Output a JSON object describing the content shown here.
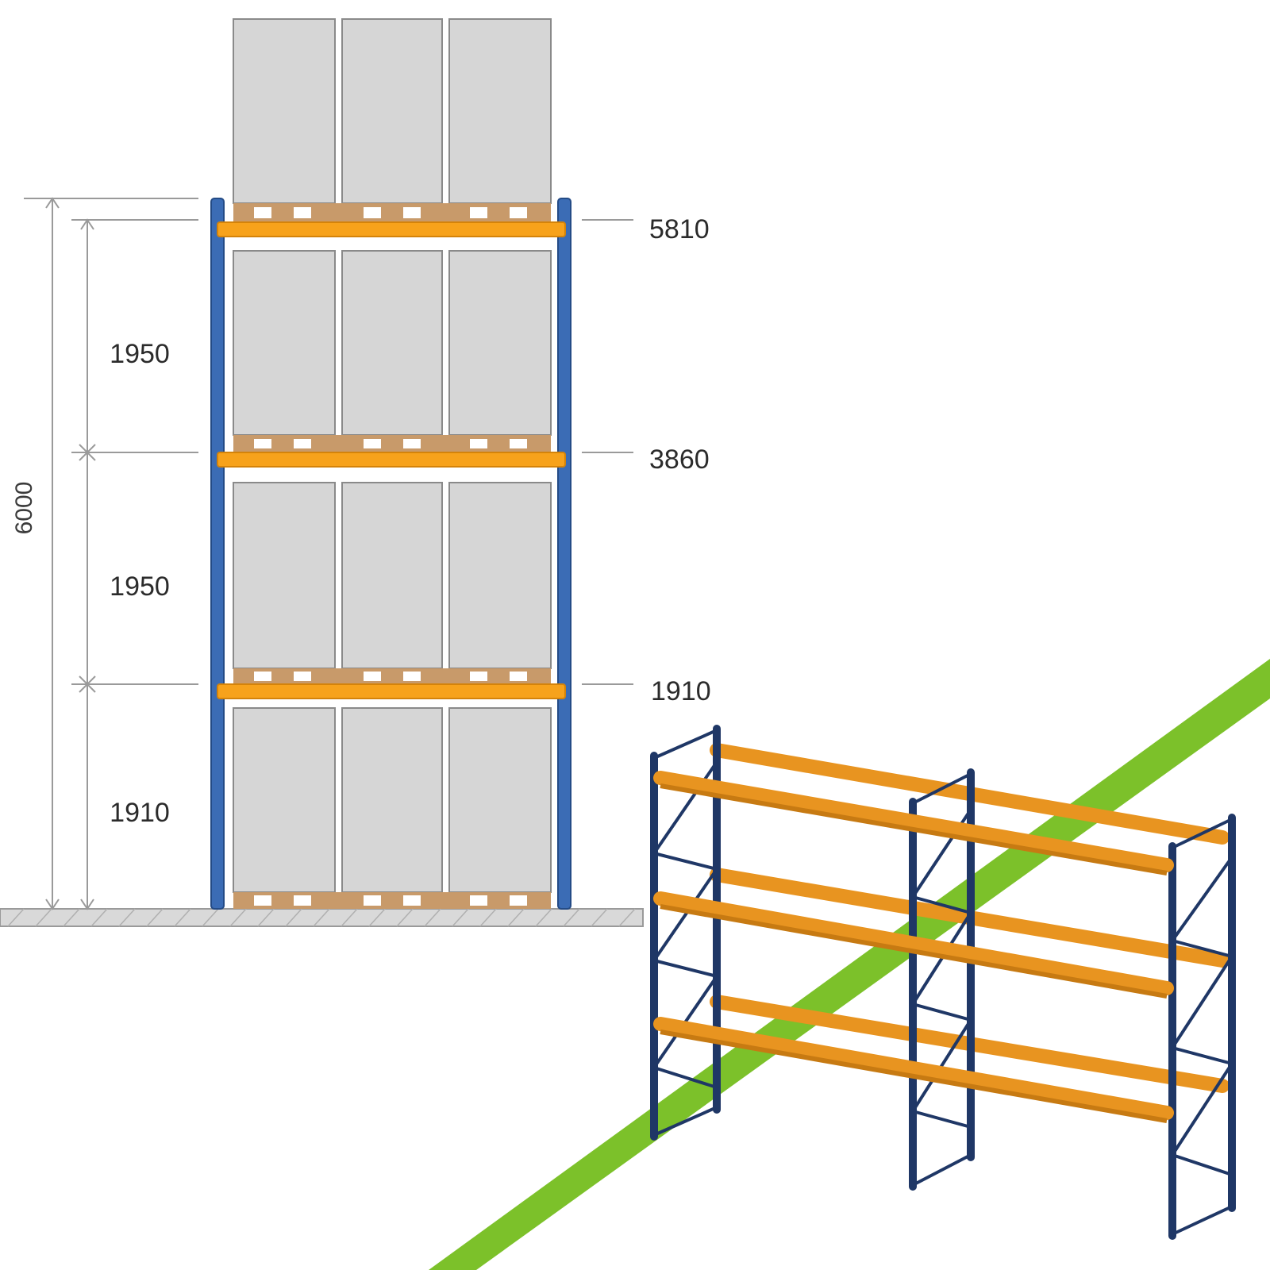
{
  "drawing": {
    "total_height": "6000",
    "level_spacings": [
      "1950",
      "1950",
      "1910"
    ],
    "beam_elevations": [
      "5810",
      "3860",
      "1910"
    ]
  },
  "colors": {
    "upright": "#3b6cb5",
    "beam": "#f7a21b",
    "load_box": "#d6d6d6",
    "pallet": "#c89a6a",
    "frame_3d": "#1f3766",
    "floor_line_3d": "#7cc12a"
  }
}
